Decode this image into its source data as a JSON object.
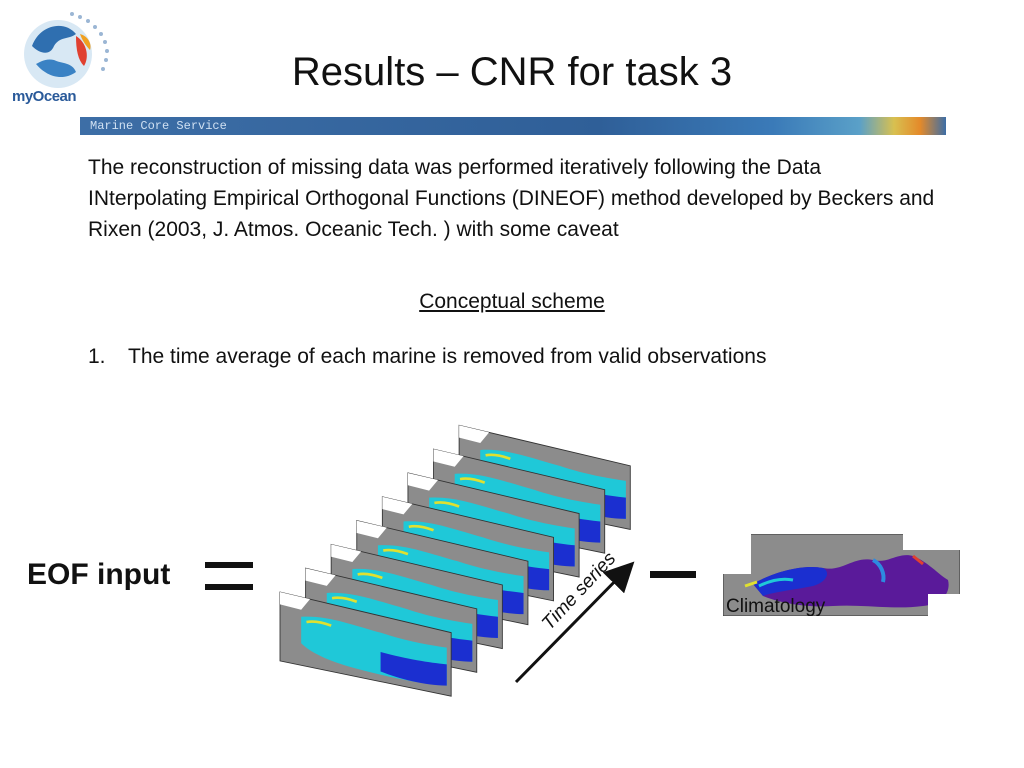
{
  "header": {
    "logo_text": "myOcean",
    "banner_text": "Marine Core Service",
    "title": "Results – CNR for task 3"
  },
  "body": {
    "paragraph": "The reconstruction of missing data was performed iteratively following the Data INterpolating Empirical Orthogonal Functions (DINEOF) method developed by Beckers and Rixen (2003, J. Atmos. Oceanic Tech. ) with some caveat",
    "subheading": "Conceptual scheme",
    "list": [
      {
        "num": "1.",
        "text": "The time average of each marine is removed from valid observations"
      }
    ]
  },
  "diagram": {
    "left_label": "EOF input",
    "arrow_label": "Time series",
    "right_label": "Climatology",
    "colors": {
      "land": "#8c8c8c",
      "sea_low": "#1b2fd0",
      "sea_mid": "#1fc8d8",
      "sea_high": "#e0e030",
      "climatology_deep": "#5a1a9a"
    }
  }
}
